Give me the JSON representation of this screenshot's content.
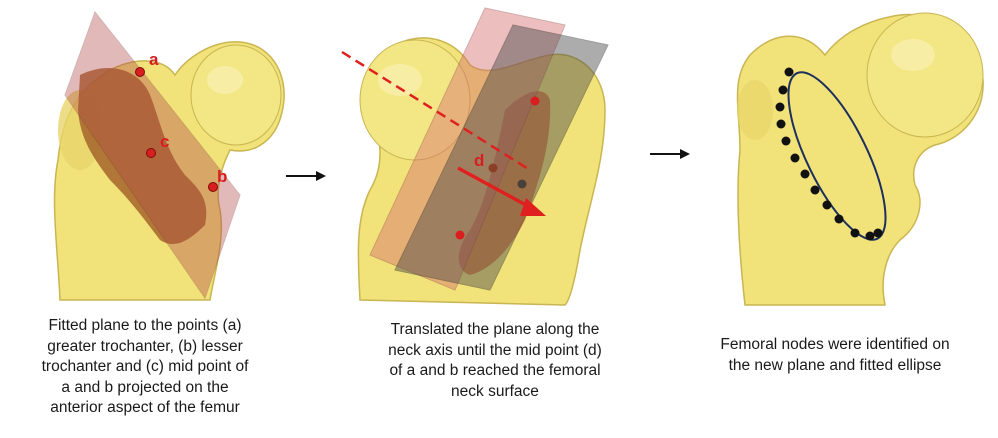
{
  "colors": {
    "bone": "#f1e27a",
    "bone_shadow": "#c9b552",
    "plane_red": "#b24a4a",
    "plane_grey": "#4a4a4a",
    "point_red": "#d81e1e",
    "node_black": "#111111",
    "ellipse_blue": "#1c2f5e",
    "arrow_red": "#e0201e"
  },
  "panel1": {
    "labels": {
      "a": "a",
      "b": "b",
      "c": "c"
    },
    "caption": [
      "Fitted plane to the points (a)",
      "greater trochanter, (b) lesser",
      "trochanter and (c) mid point of",
      "a and b projected on the",
      "anterior aspect of the femur"
    ]
  },
  "panel2": {
    "labels": {
      "d": "d"
    },
    "caption": [
      "Translated the plane along the",
      "neck axis until the mid point (d)",
      "of a and b reached the femoral",
      "neck surface"
    ]
  },
  "panel3": {
    "caption": [
      "Femoral nodes were identified on",
      "the new plane and fitted ellipse"
    ]
  }
}
